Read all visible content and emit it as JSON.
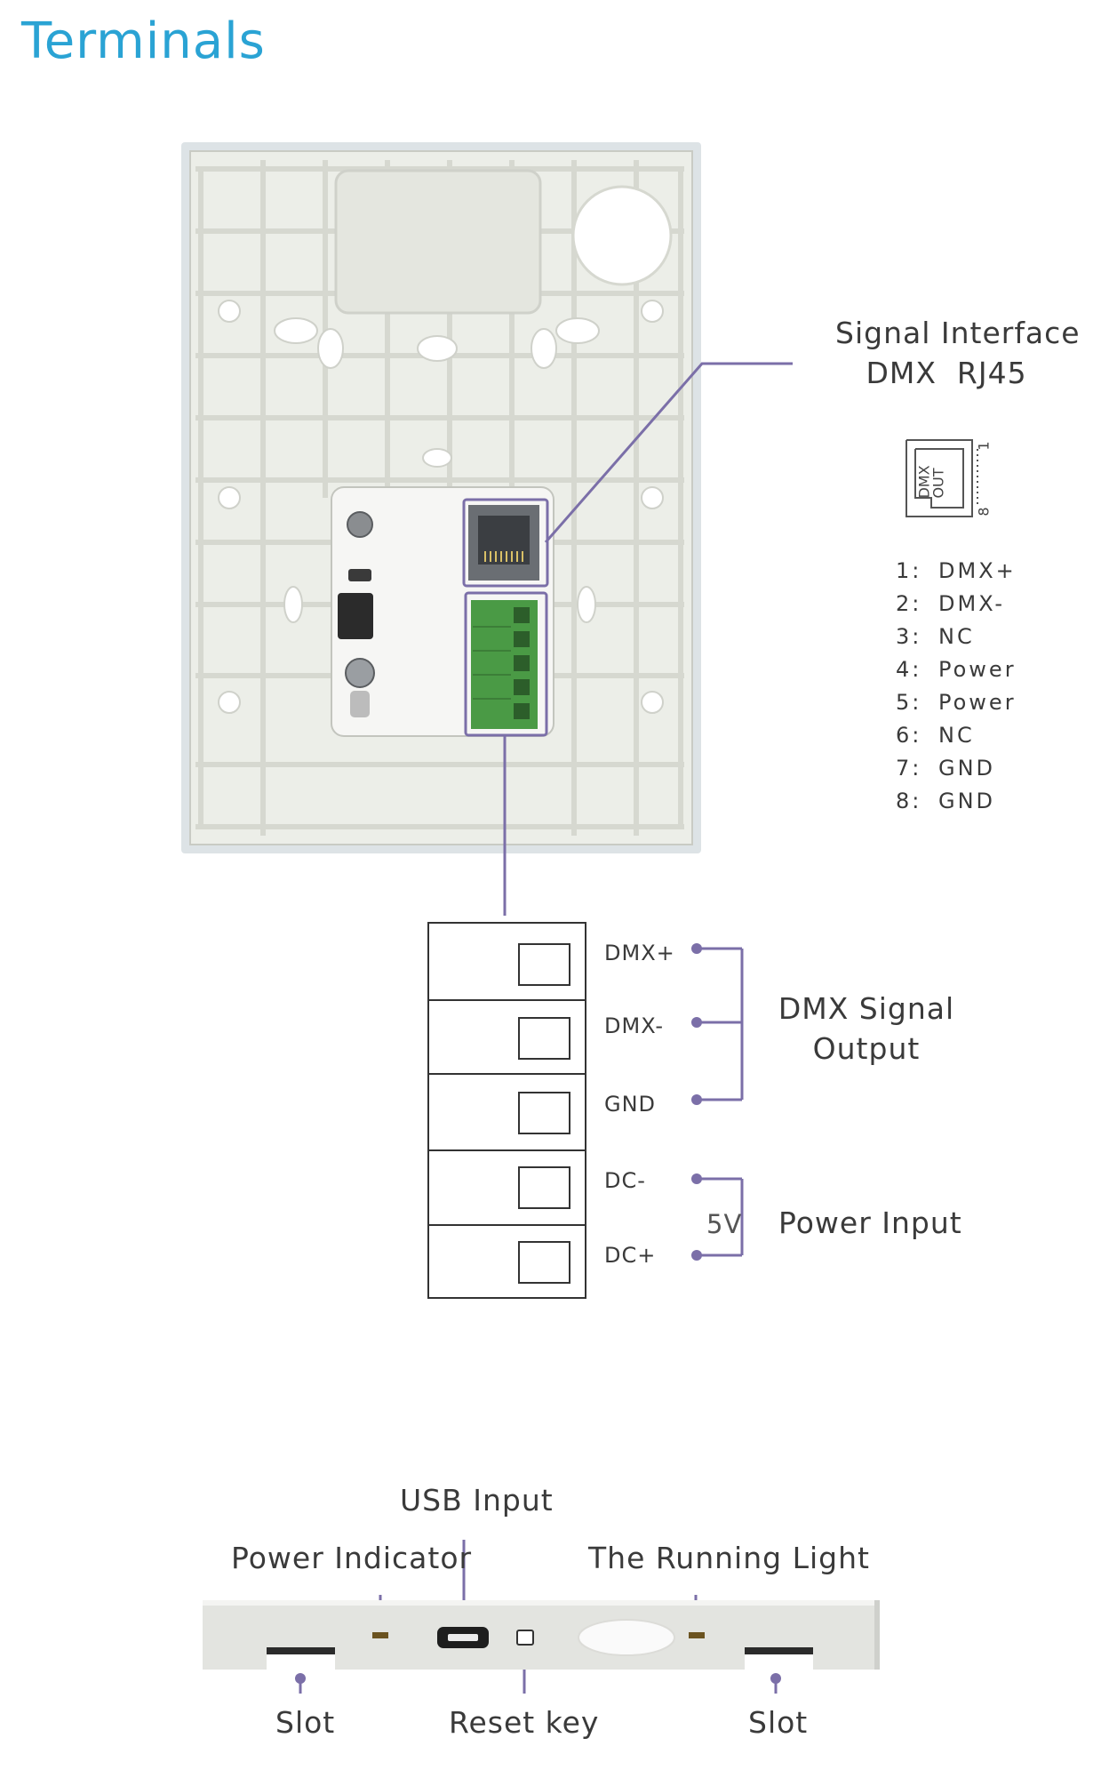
{
  "title": "Terminals",
  "signal_interface": {
    "line1": "Signal Interface",
    "line2": "DMX  RJ45"
  },
  "rj45_icon": {
    "text_line1": "DMX",
    "text_line2": "OUT",
    "pin_first": "1",
    "pin_last": "8"
  },
  "pinout": [
    {
      "num": "1:",
      "name": "DMX+"
    },
    {
      "num": "2:",
      "name": "DMX-"
    },
    {
      "num": "3:",
      "name": "NC"
    },
    {
      "num": "4:",
      "name": "Power"
    },
    {
      "num": "5:",
      "name": "Power"
    },
    {
      "num": "6:",
      "name": "NC"
    },
    {
      "num": "7:",
      "name": "GND"
    },
    {
      "num": "8:",
      "name": "GND"
    }
  ],
  "terminals": [
    "DMX+",
    "DMX-",
    "GND",
    "DC-",
    "DC+"
  ],
  "dmx_signal_output": {
    "line1": "DMX Signal",
    "line2": "Output"
  },
  "power_input": {
    "voltage": "5V",
    "label": "Power Input"
  },
  "bottom_view": {
    "usb_input": "USB Input",
    "power_indicator": "Power Indicator",
    "running_light": "The Running Light",
    "slot_left": "Slot",
    "reset_key": "Reset key",
    "slot_right": "Slot"
  },
  "colors": {
    "title": "#2aa3d4",
    "callout": "#7b6fa8",
    "terminal_block": "#4a9a45",
    "panel": "#e9ebe4"
  }
}
